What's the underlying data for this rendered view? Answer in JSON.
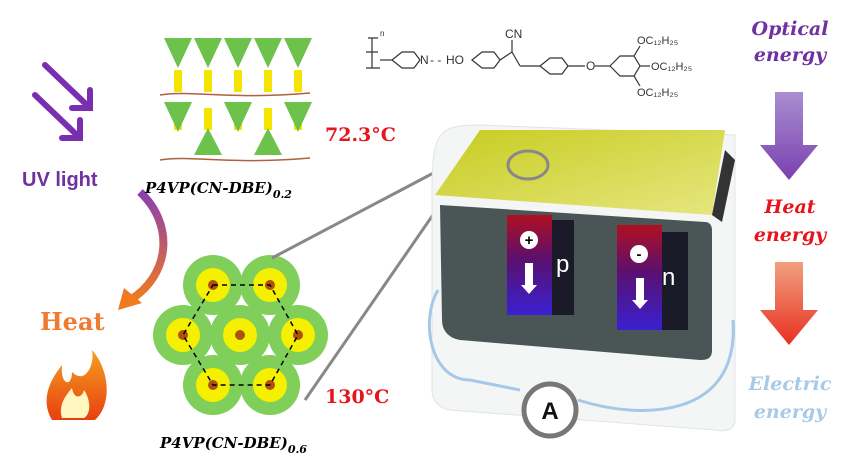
{
  "left": {
    "uv_label": "UV light",
    "heat_label": "Heat"
  },
  "structures": {
    "lamellar_label_main": "P4VP(CN-DBE)",
    "lamellar_label_sub": "0.2",
    "lamellar_temp": "72.3°C",
    "hexagonal_label_main": "P4VP(CN-DBE)",
    "hexagonal_label_sub": "0.6",
    "hexagonal_temp": "130°C"
  },
  "molecule": {
    "n": "n",
    "n_atom": "N",
    "hbond": "- -",
    "ho": "HO",
    "cn": "CN",
    "o": "O",
    "alkoxy": [
      "OC₁₂H₂₅",
      "OC₁₂H₂₅",
      "OC₁₂H₂₅"
    ]
  },
  "device": {
    "p_charge": "+",
    "n_charge": "-",
    "p_label": "p",
    "n_label": "n",
    "ammeter": "A"
  },
  "energy_flow": [
    {
      "line1": "Optical",
      "line2": "energy",
      "color": "#7030a0"
    },
    {
      "line1": "Heat",
      "line2": "energy",
      "color": "#e8141b"
    },
    {
      "line1": "Electric",
      "line2": "energy",
      "color": "#a9c9e8"
    }
  ]
}
